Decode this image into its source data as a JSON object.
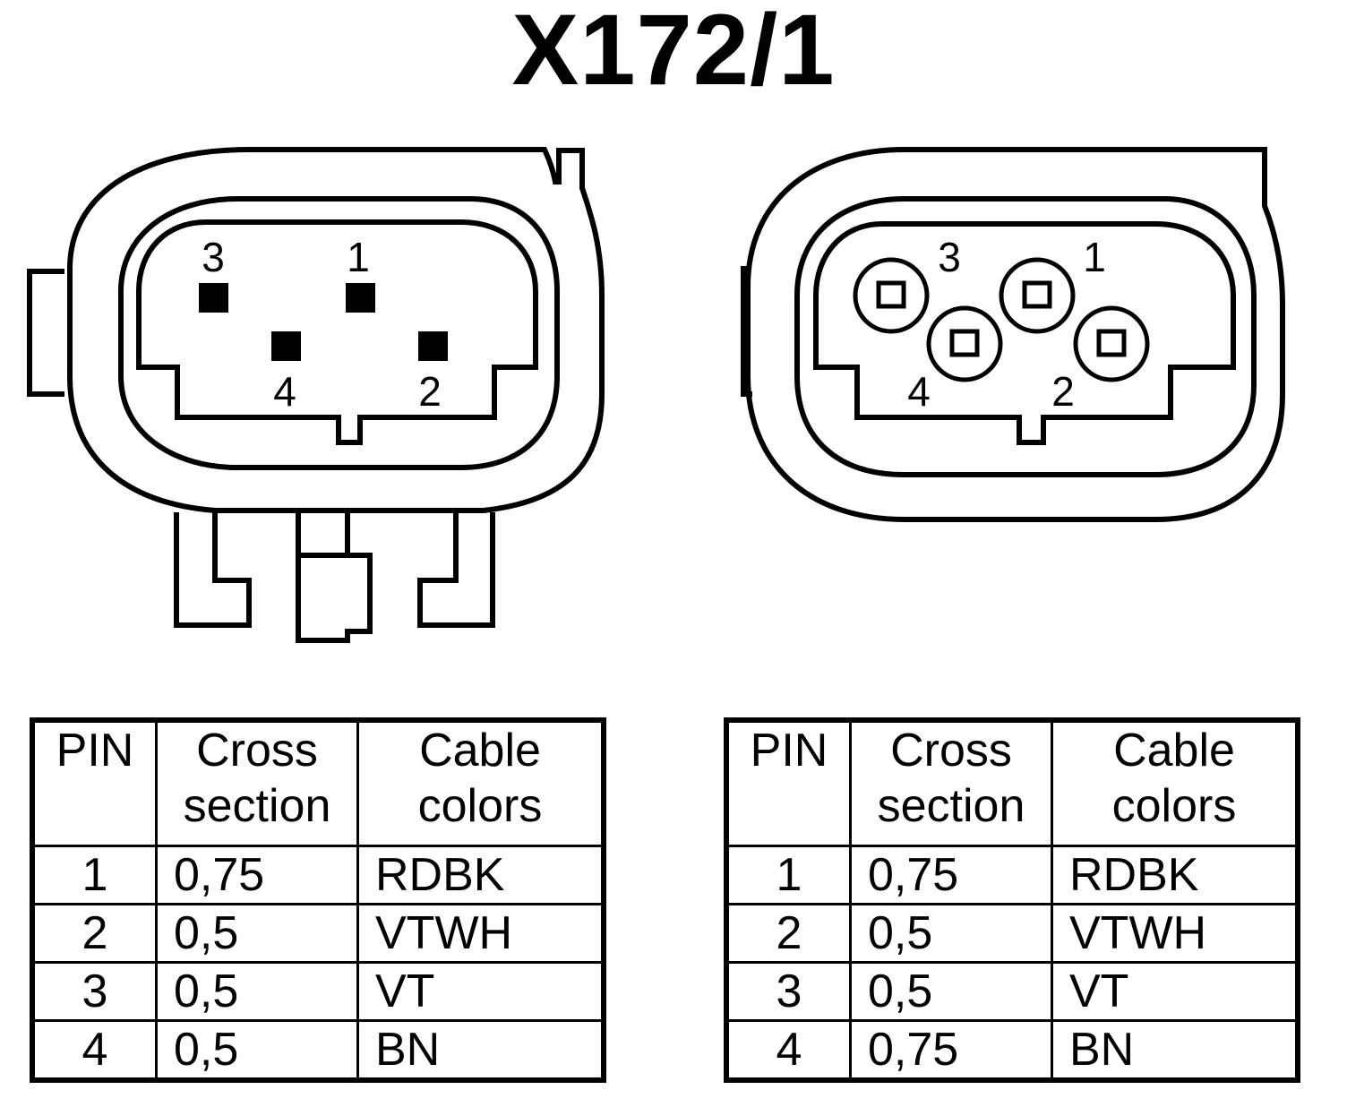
{
  "title": "X172/1",
  "connector_left": {
    "pins": [
      {
        "label": "3",
        "type": "square-contact"
      },
      {
        "label": "1",
        "type": "square-contact"
      },
      {
        "label": "4",
        "type": "square-contact"
      },
      {
        "label": "2",
        "type": "square-contact"
      }
    ]
  },
  "connector_right": {
    "pins": [
      {
        "label": "3",
        "type": "round-socket"
      },
      {
        "label": "1",
        "type": "round-socket"
      },
      {
        "label": "4",
        "type": "round-socket"
      },
      {
        "label": "2",
        "type": "round-socket"
      }
    ]
  },
  "table_left": {
    "headers": {
      "pin": "PIN",
      "cross_1": "Cross",
      "cross_2": "section",
      "color_1": "Cable",
      "color_2": "colors"
    },
    "rows": [
      {
        "pin": "1",
        "cross": "0,75",
        "color": "RDBK"
      },
      {
        "pin": "2",
        "cross": "0,5",
        "color": "VTWH"
      },
      {
        "pin": "3",
        "cross": "0,5",
        "color": "VT"
      },
      {
        "pin": "4",
        "cross": "0,5",
        "color": "BN"
      }
    ]
  },
  "table_right": {
    "headers": {
      "pin": "PIN",
      "cross_1": "Cross",
      "cross_2": "section",
      "color_1": "Cable",
      "color_2": "colors"
    },
    "rows": [
      {
        "pin": "1",
        "cross": "0,75",
        "color": "RDBK"
      },
      {
        "pin": "2",
        "cross": "0,5",
        "color": "VTWH"
      },
      {
        "pin": "3",
        "cross": "0,5",
        "color": "VT"
      },
      {
        "pin": "4",
        "cross": "0,75",
        "color": "BN"
      }
    ]
  }
}
